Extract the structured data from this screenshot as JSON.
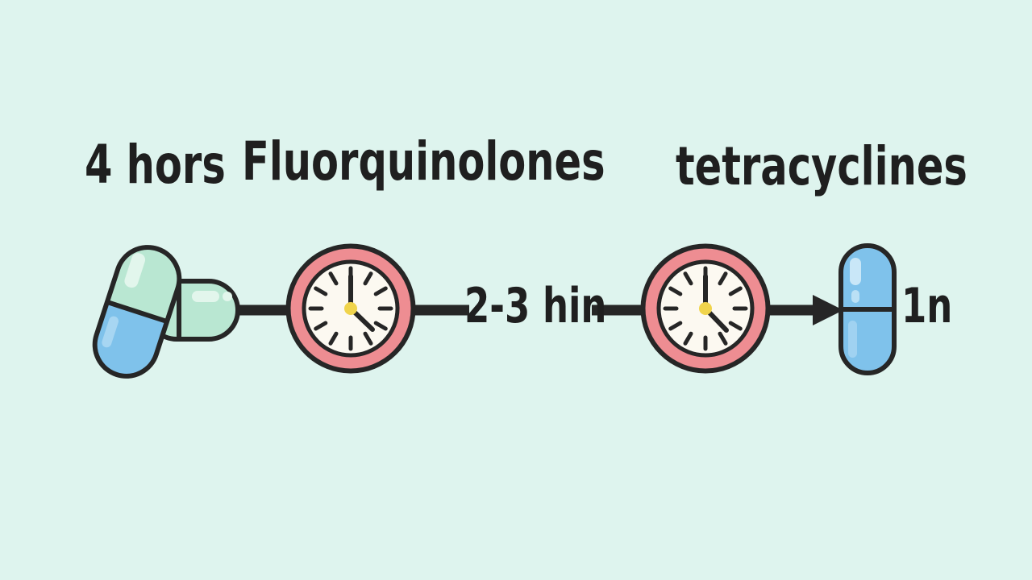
{
  "labels": {
    "left_title": "4 hors",
    "center_title": "Fluorquinolones",
    "right_title": "tetracyclines",
    "interval_label": "2-3 hin",
    "dose_label": "1n"
  },
  "icons": {
    "pills": "pills-icon",
    "clock_left": "clock-icon",
    "clock_right": "clock-icon",
    "arrow": "arrow-right-icon",
    "capsule": "capsule-icon"
  },
  "clock_reading": "hands at 12 and ~4:30",
  "colors": {
    "background": "#def4ee",
    "text": "#1f1f1f",
    "outline": "#262626",
    "clock_ring": "#ee8d92",
    "clock_face": "#fcf9f1",
    "clock_center": "#f0d44c",
    "pill_blue": "#7fc2eb",
    "pill_blue_light": "#c9e7f8",
    "pill_mint": "#b9e7d2",
    "pill_mint_light": "#e2f6ec"
  }
}
